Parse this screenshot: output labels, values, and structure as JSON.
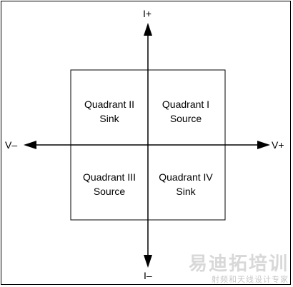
{
  "axes": {
    "current_positive": "I+",
    "current_negative": "I–",
    "voltage_positive": "V+",
    "voltage_negative": "V–"
  },
  "quadrants": {
    "q1": {
      "name": "Quadrant I",
      "role": "Source"
    },
    "q2": {
      "name": "Quadrant II",
      "role": "Sink"
    },
    "q3": {
      "name": "Quadrant III",
      "role": "Source"
    },
    "q4": {
      "name": "Quadrant IV",
      "role": "Sink"
    }
  },
  "watermark": {
    "main": "易迪拓培训",
    "sub": "射频和天线设计专家"
  },
  "colors": {
    "line": "#000000",
    "watermark": "#d8d8d8"
  }
}
